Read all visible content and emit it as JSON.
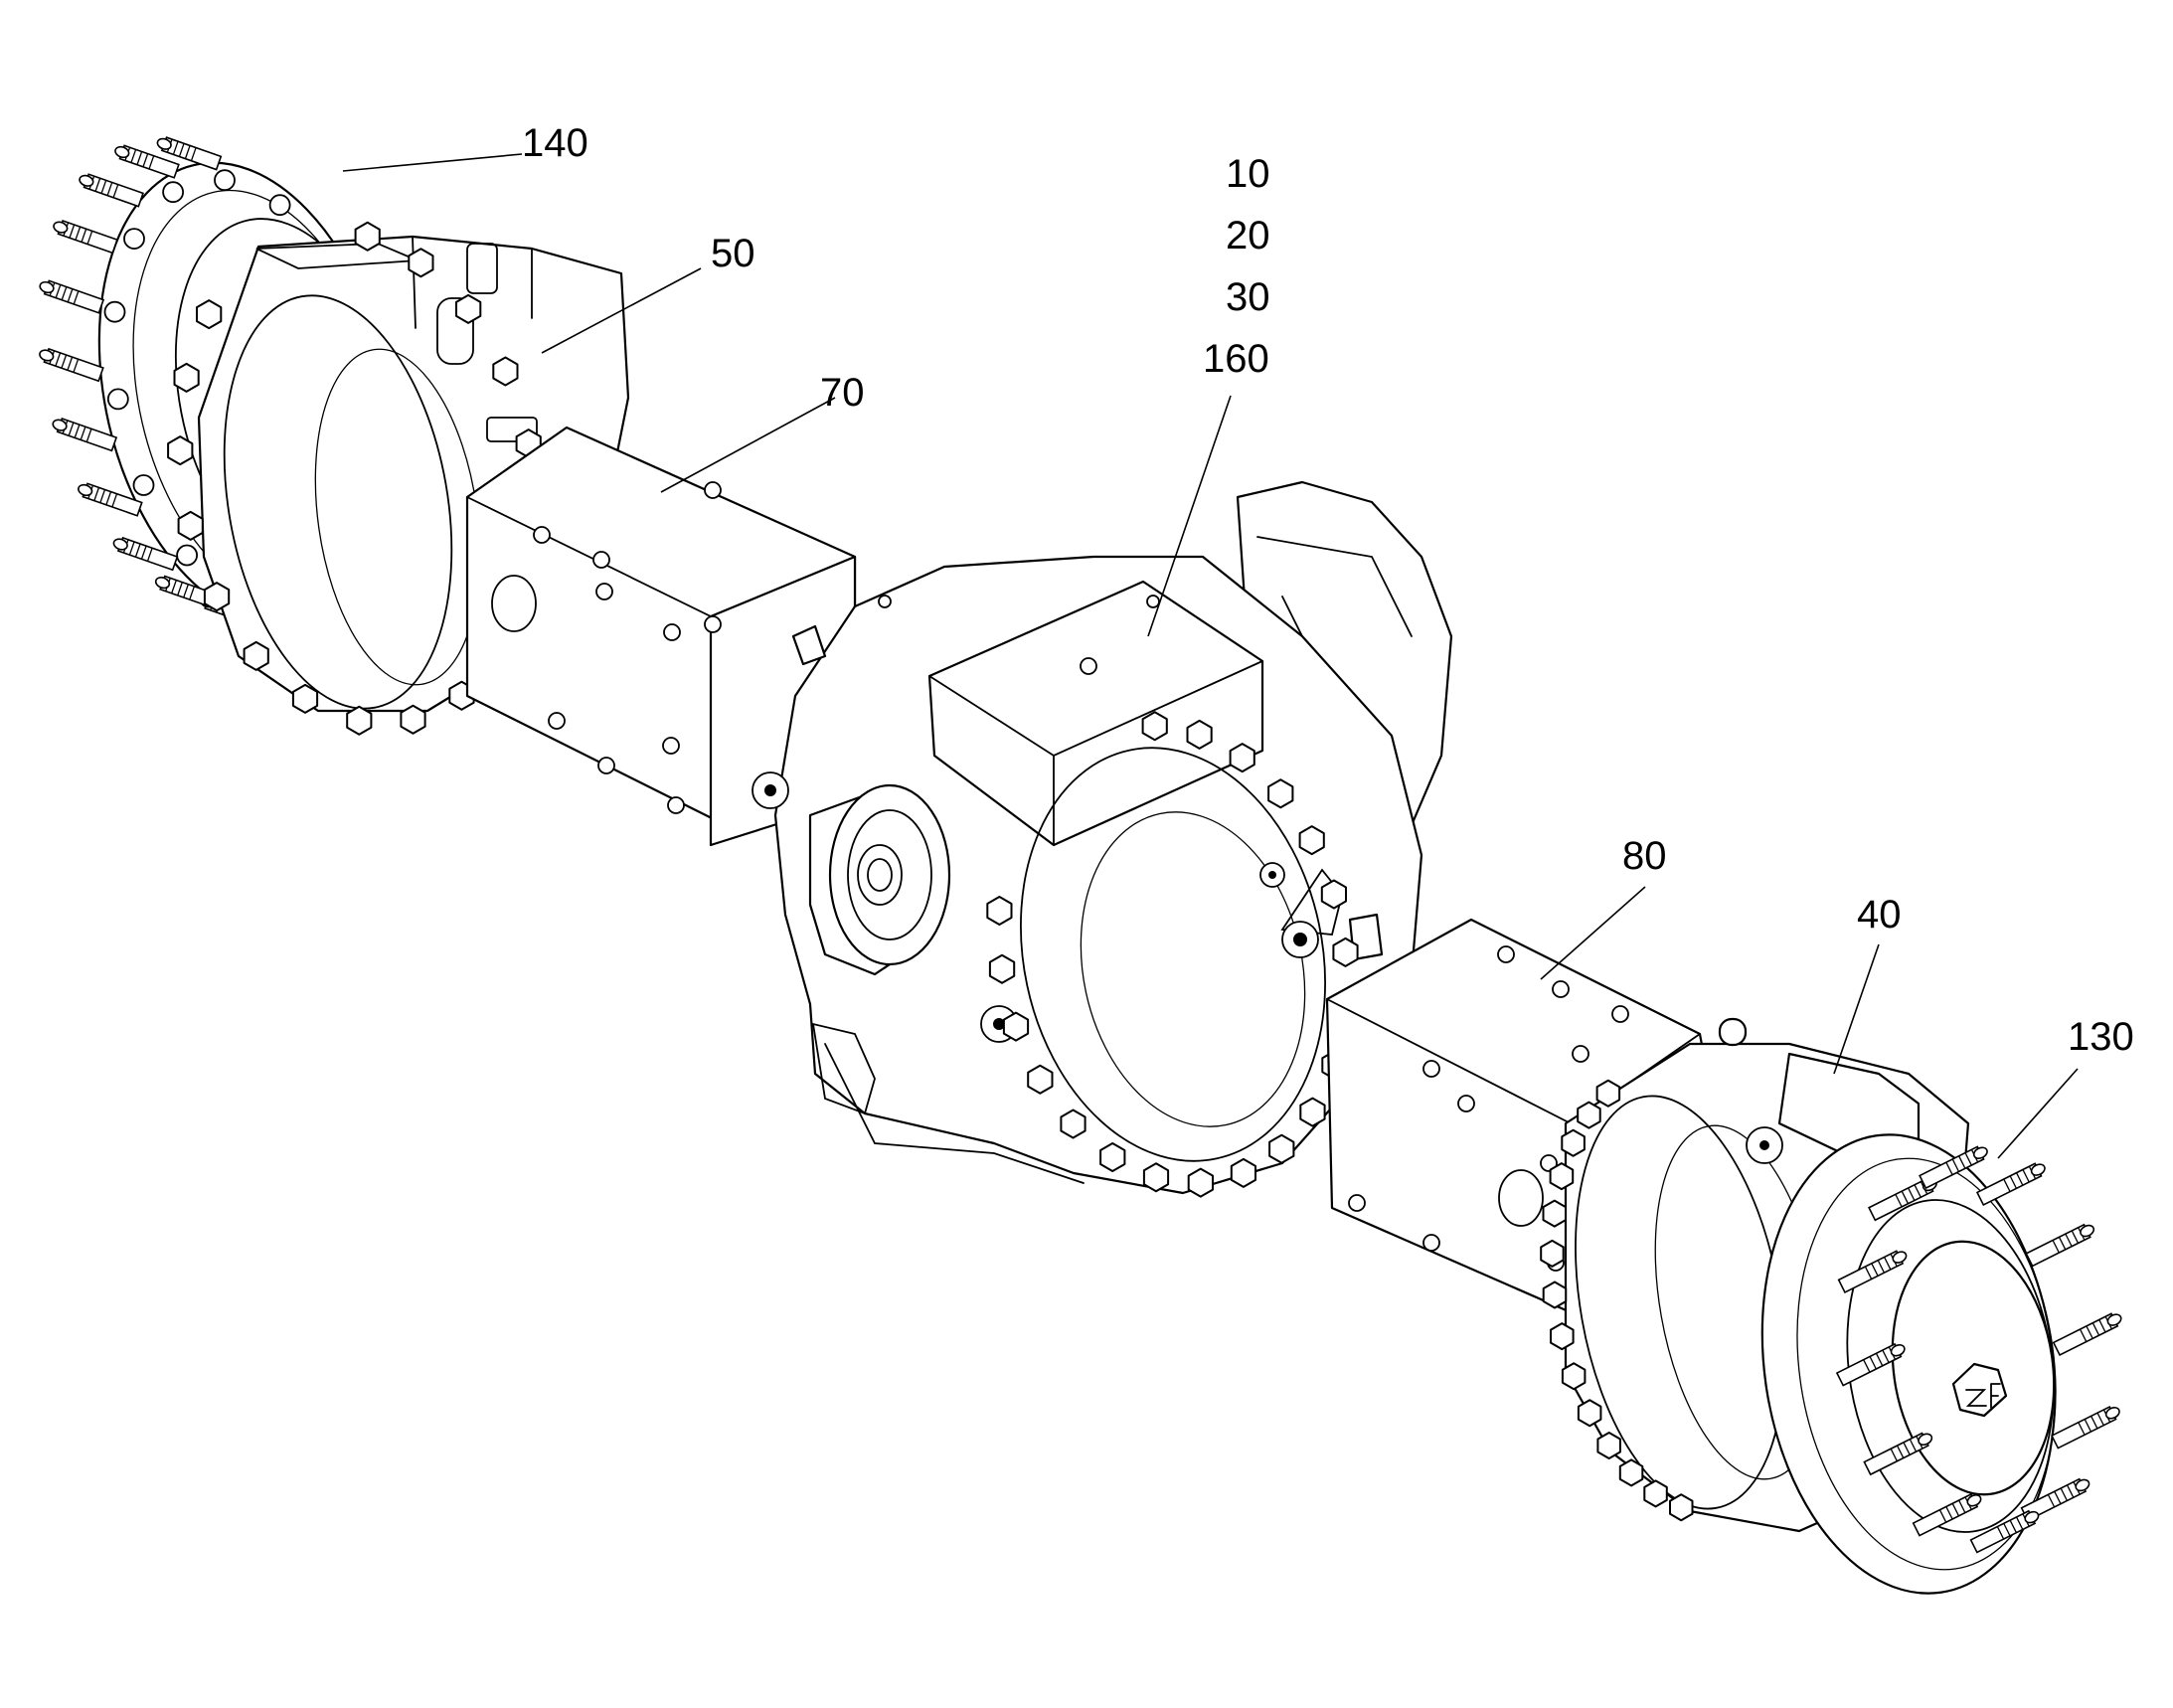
{
  "colors": {
    "line": "#000000",
    "background": "#ffffff"
  },
  "labels": {
    "l140": "140",
    "l50": "50",
    "l70": "70",
    "l10": "10",
    "l20": "20",
    "l30": "30",
    "l160": "160",
    "l80": "80",
    "l40": "40",
    "l130": "130"
  }
}
